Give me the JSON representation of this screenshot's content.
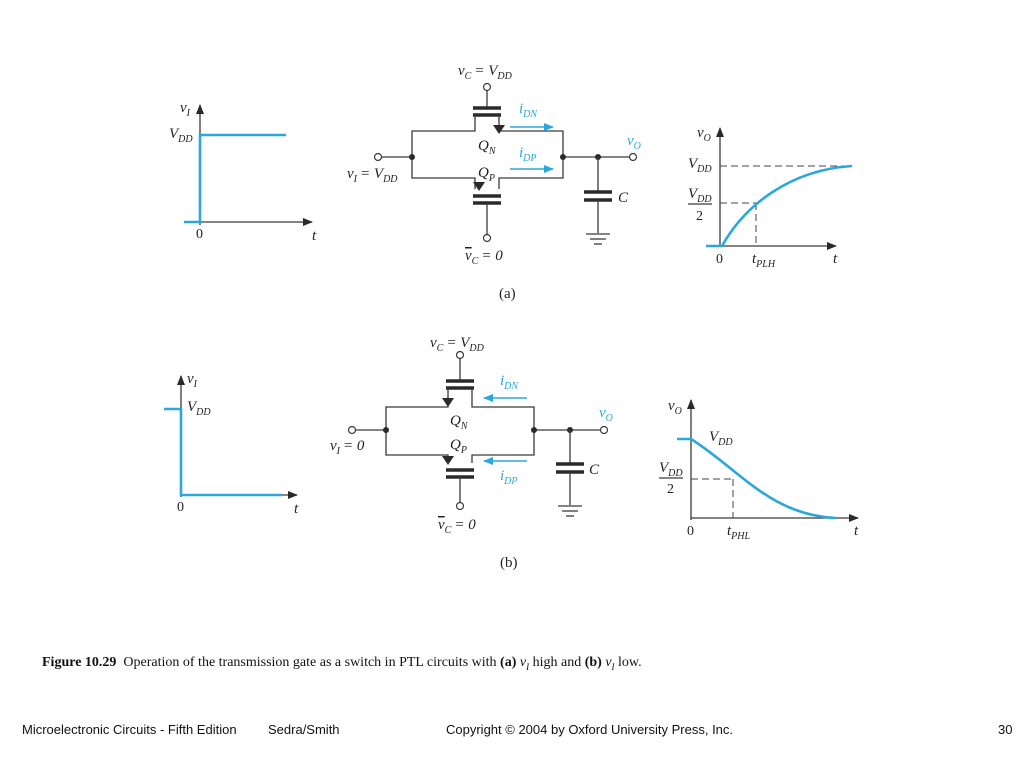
{
  "colors": {
    "accent": "#2aa7dd",
    "ink": "#231f20"
  },
  "diagram_a": {
    "panel_label": "(a)",
    "input": {
      "y_label": "v",
      "y_sub": "I",
      "vdd": "V",
      "vdd_sub": "DD",
      "origin": "0",
      "x_label": "t"
    },
    "circuit": {
      "vc_label": "v",
      "vc_sub": "C",
      "vc_value": "= V",
      "vc_value_sub": "DD",
      "vcbar_label": "v",
      "vcbar_sub": "C",
      "vcbar_value": "= 0",
      "vi_label": "v",
      "vi_sub": "I",
      "vi_value": "= V",
      "vi_value_sub": "DD",
      "qn": "Q",
      "qn_sub": "N",
      "qp": "Q",
      "qp_sub": "P",
      "idn": "i",
      "idn_sub": "DN",
      "idp": "i",
      "idp_sub": "DP",
      "vo": "v",
      "vo_sub": "O",
      "cap": "C"
    },
    "output": {
      "y_label": "v",
      "y_sub": "O",
      "vdd": "V",
      "vdd_sub": "DD",
      "half_num": "V",
      "half_num_sub": "DD",
      "half_den": "2",
      "origin": "0",
      "t_mark": "t",
      "t_mark_sub": "PLH",
      "x_label": "t"
    }
  },
  "diagram_b": {
    "panel_label": "(b)",
    "input": {
      "y_label": "v",
      "y_sub": "I",
      "vdd": "V",
      "vdd_sub": "DD",
      "origin": "0",
      "x_label": "t"
    },
    "circuit": {
      "vc_label": "v",
      "vc_sub": "C",
      "vc_value": "= V",
      "vc_value_sub": "DD",
      "vcbar_label": "v",
      "vcbar_sub": "C",
      "vcbar_value": "= 0",
      "vi_label": "v",
      "vi_sub": "I",
      "vi_value": "= 0",
      "qn": "Q",
      "qn_sub": "N",
      "qp": "Q",
      "qp_sub": "P",
      "idn": "i",
      "idn_sub": "DN",
      "idp": "i",
      "idp_sub": "DP",
      "vo": "v",
      "vo_sub": "O",
      "cap": "C"
    },
    "output": {
      "y_label": "v",
      "y_sub": "O",
      "vdd": "V",
      "vdd_sub": "DD",
      "half_num": "V",
      "half_num_sub": "DD",
      "half_den": "2",
      "origin": "0",
      "t_mark": "t",
      "t_mark_sub": "PHL",
      "x_label": "t"
    }
  },
  "caption": {
    "fig": "Figure 10.29",
    "text1": "Operation of the transmission gate as a switch in PTL circuits with ",
    "a": "(a)",
    "v1": "v",
    "v1_sub": "I",
    "text2": " high and ",
    "b": "(b)",
    "v2": "v",
    "v2_sub": "I",
    "text3": " low."
  },
  "footer": {
    "book": "Microelectronic Circuits - Fifth Edition",
    "authors": "Sedra/Smith",
    "copyright": "Copyright © 2004 by Oxford University Press, Inc.",
    "page": "30"
  }
}
